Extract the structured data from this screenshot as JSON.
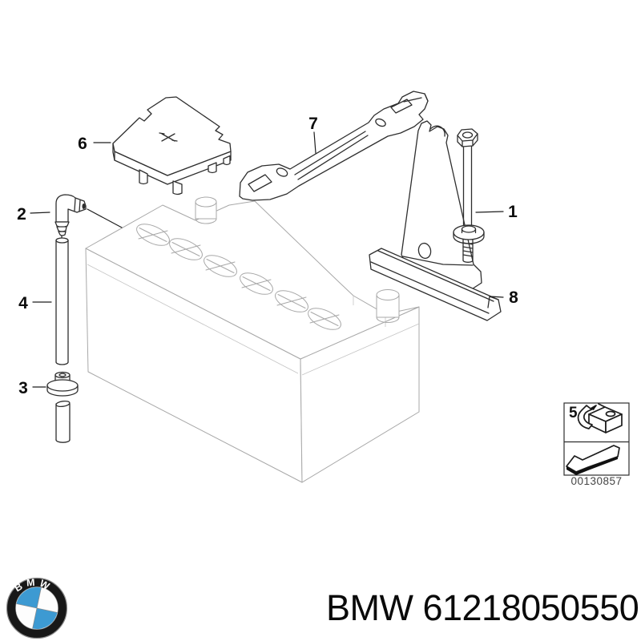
{
  "colors": {
    "bmw_blue": "#3d9ad2",
    "footer_text": "#0a0a0a"
  },
  "diagram": {
    "callout_labels": {
      "n1": "1",
      "n2": "2",
      "n3": "3",
      "n4": "4",
      "n5": "5",
      "n6": "6",
      "n7": "7",
      "n8": "8"
    },
    "inset": {
      "code": "00130857"
    }
  },
  "footer": {
    "logo_letters": "BMW",
    "part_number": "BMW 61218050550"
  }
}
